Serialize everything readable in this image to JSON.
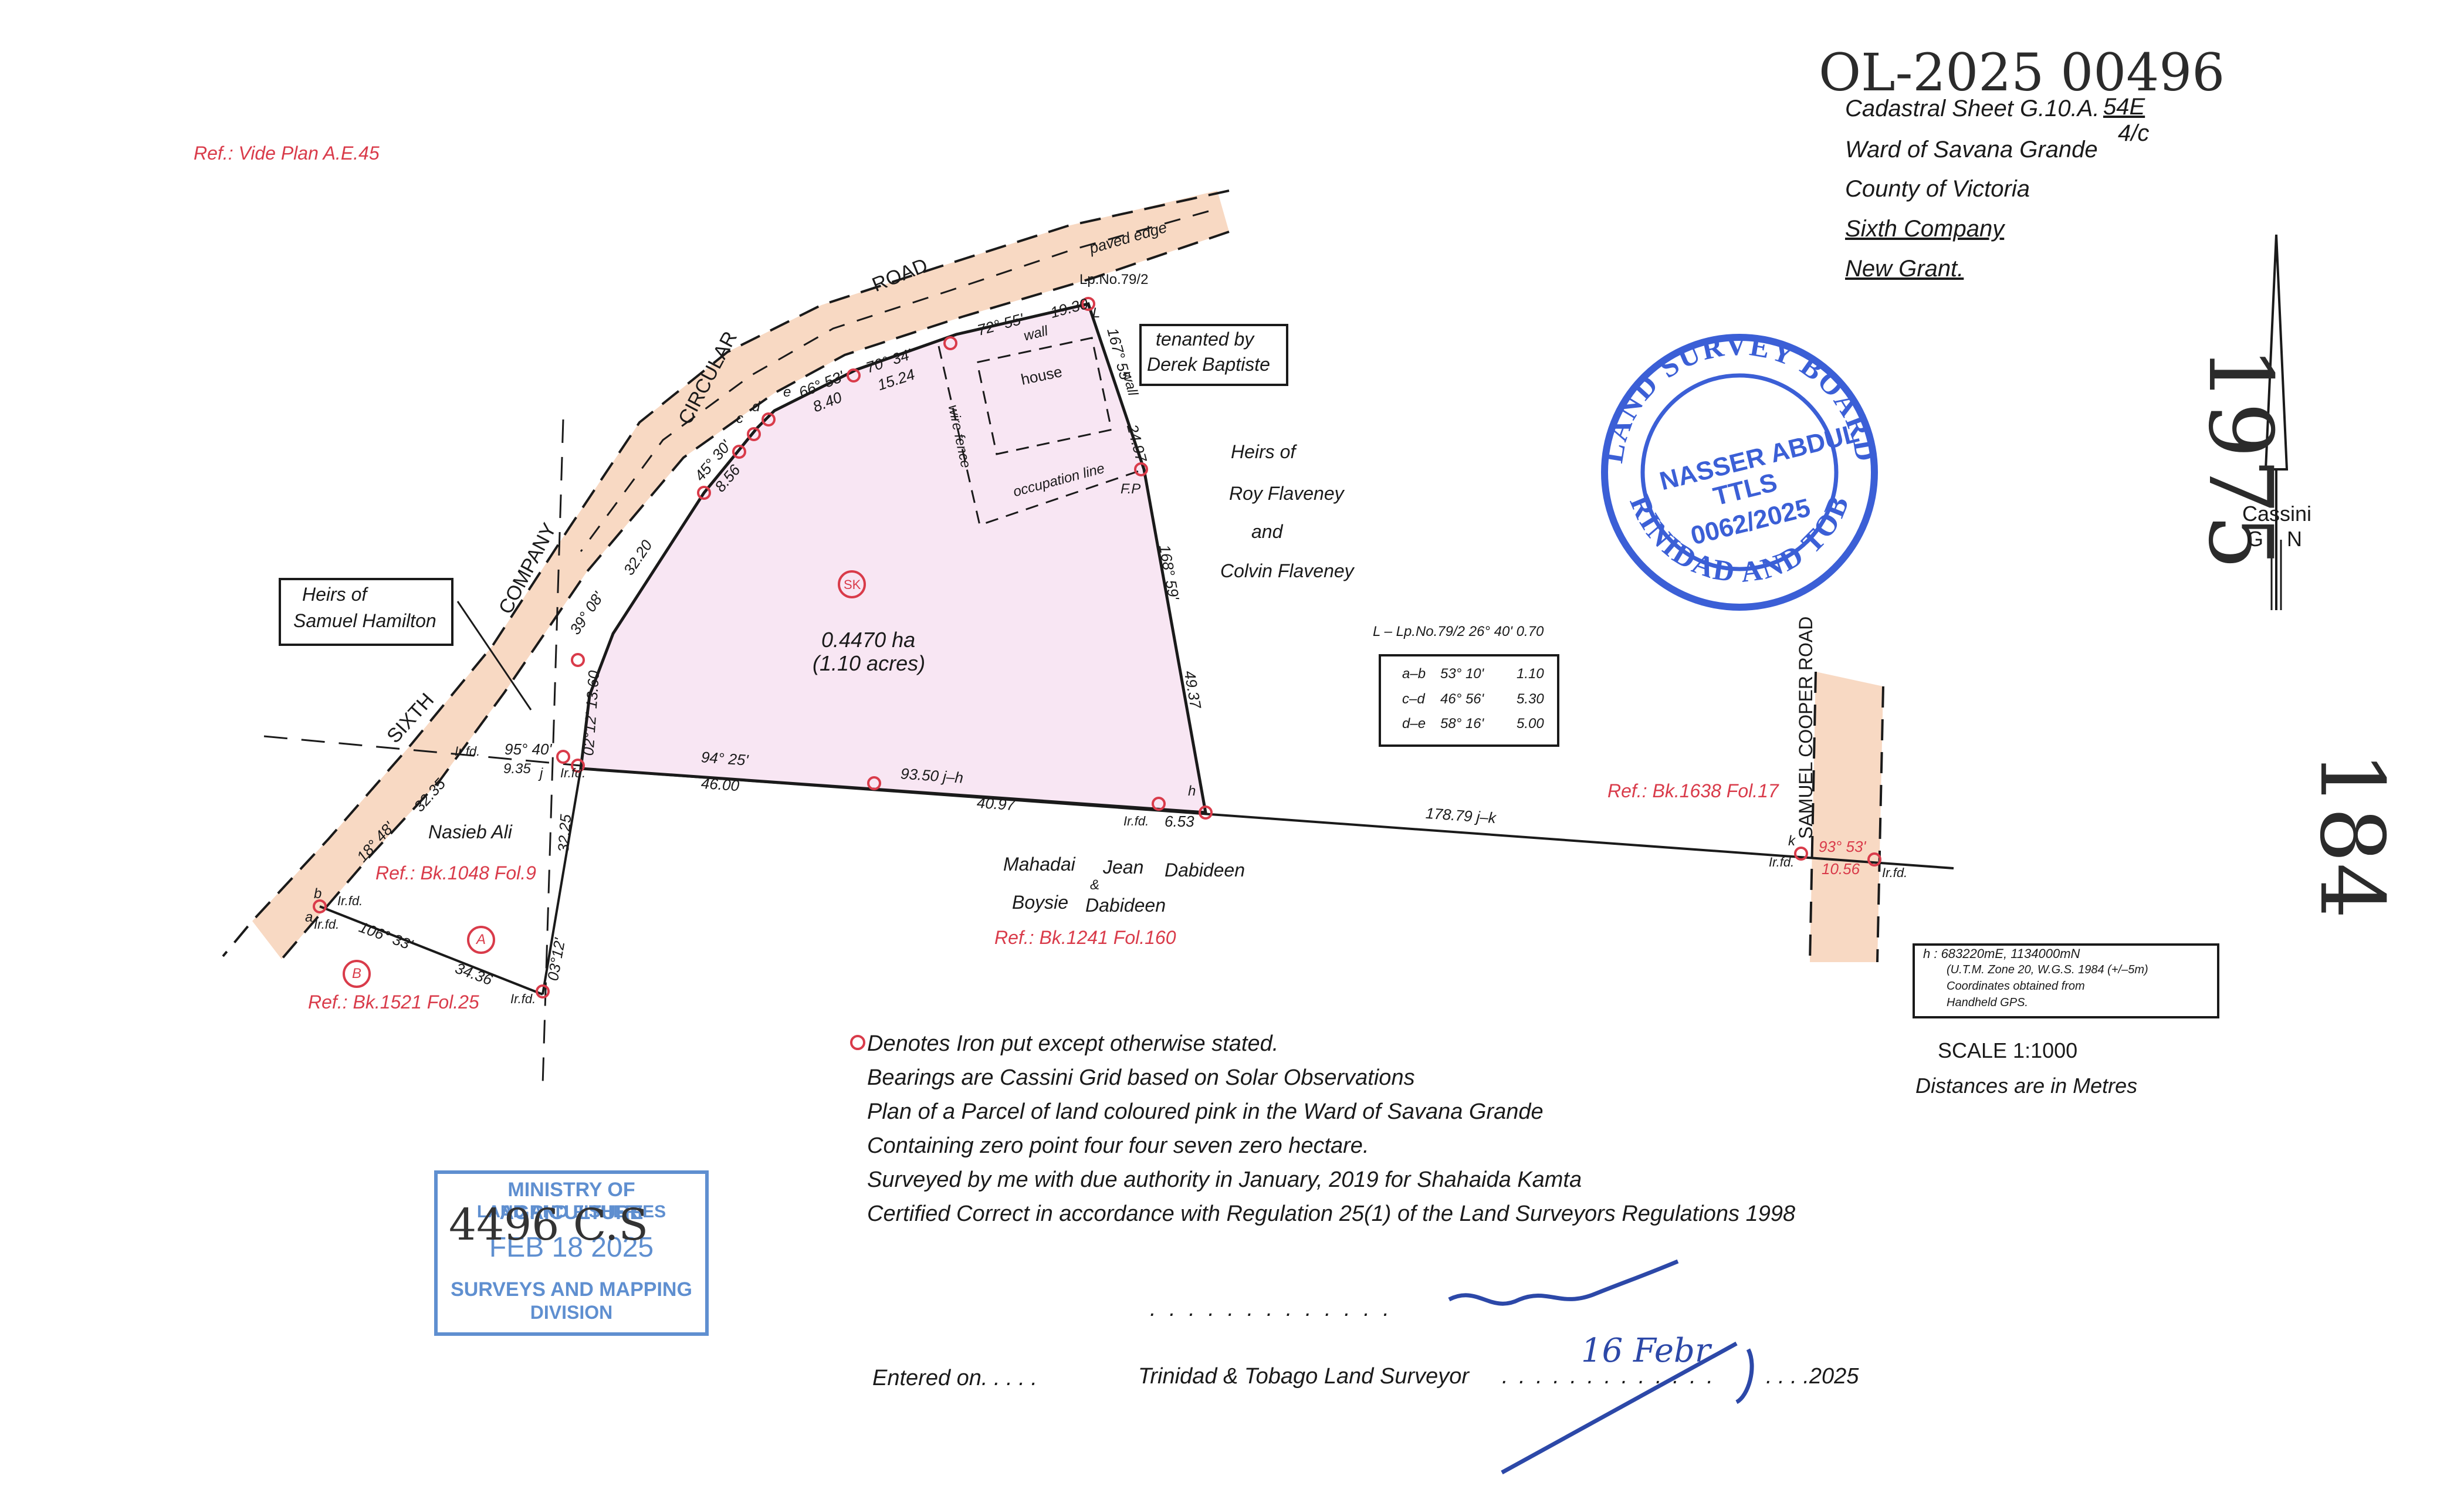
{
  "header": {
    "file_no": "OL-2025 00496",
    "sheet_label": "Cadastral Sheet G.10.A.",
    "sheet_code": "54E",
    "sheet_sub": "4/c",
    "ward": "Ward of Savana Grande",
    "county": "County of Victoria",
    "company": "Sixth Company",
    "grant": "New Grant."
  },
  "ref_top": "Ref.: Vide Plan A.E.45",
  "registry": {
    "top": "1975",
    "bottom": "184"
  },
  "north": {
    "label": "Cassini",
    "g": "G",
    "n": "N"
  },
  "seal": {
    "ring_top": "LAND SURVEY BOARD",
    "ring_bottom": "OF TRINIDAD AND TOBAGO",
    "name": "NASSER ABDUL",
    "title": "TTLS",
    "number": "0062/2025"
  },
  "roads": {
    "circular": "CIRCULAR",
    "road": "ROAD",
    "company": "COMPANY",
    "sixth": "SIXTH",
    "paved": "paved edge",
    "samuel": "SAMUEL COOPER ROAD"
  },
  "parcel": {
    "area_ha": "0.4470 ha",
    "area_ac": "(1.10 acres)",
    "sk": "SK",
    "house": "house",
    "wall": "wall",
    "wire_fence": "wire fence",
    "occupation": "occupation line",
    "fp": "F.P"
  },
  "neighbours": {
    "tenanted": [
      "tenanted by",
      "Derek Baptiste"
    ],
    "roy": [
      "Heirs of",
      "Roy Flaveney",
      "and",
      "Colvin Flaveney"
    ],
    "hamilton": [
      "Heirs of",
      "Samuel Hamilton"
    ],
    "nasieb": "Nasieb Ali",
    "mahadai": [
      "Mahadai",
      "Jean",
      "Dabideen",
      "&",
      "Boysie",
      "Dabideen"
    ]
  },
  "refs": {
    "bk1048": "Ref.: Bk.1048 Fol.9",
    "bk1521": "Ref.: Bk.1521 Fol.25",
    "bk1241": "Ref.: Bk.1241 Fol.160",
    "bk1638": "Ref.: Bk.1638 Fol.17"
  },
  "measurements": {
    "lp": "Lp.No.79/2",
    "b_72": "72° 55'",
    "d_19": "19.30",
    "b_70": "70° 34'",
    "d_15": "15.24",
    "b_66": "66° 53'",
    "d_840": "8.40",
    "b_45": "45° 30'",
    "d_856": "8.56",
    "b_39": "39° 08'",
    "d_32_20": "32.20",
    "b_167": "167° 55'",
    "d_24": "24.97",
    "b_168": "168° 59'",
    "d_49": "49.37",
    "b_94": "94° 25'",
    "d_46": "46.00",
    "d_93": "93.50 j–h",
    "d_40": "40.97",
    "d_653": "6.53",
    "d_178": "178.79 j–k",
    "b_02": "02°12' 13.60",
    "b_95": "95° 40'",
    "d_935": "9.35",
    "d_32_25": "32.25",
    "b_0312": "03°12'",
    "b_18": "18° 48'",
    "d_32_35": "32.35",
    "b_106": "106° 33'",
    "d_34": "34.36",
    "b_93": "93° 53'",
    "d_1056": "10.56",
    "irfd": "Ir.fd.",
    "pts": {
      "a": "a",
      "b": "b",
      "c": "c",
      "d": "d",
      "e": "e",
      "h": "h",
      "j": "j",
      "k": "k",
      "L": "L"
    },
    "mark_A": "A",
    "mark_B": "B"
  },
  "lp_line": "L – Lp.No.79/2  26° 40'   0.70",
  "curve_table": [
    {
      "seg": "a–b",
      "bearing": "53° 10'",
      "dist": "1.10"
    },
    {
      "seg": "c–d",
      "bearing": "46° 56'",
      "dist": "5.30"
    },
    {
      "seg": "d–e",
      "bearing": "58° 16'",
      "dist": "5.00"
    }
  ],
  "coords": [
    "h :  683220mE,  1134000mN",
    "(U.T.M. Zone 20, W.G.S. 1984 (+/–5m)",
    "Coordinates obtained from",
    "Handheld GPS."
  ],
  "scale": "SCALE 1:1000",
  "units": "Distances are in Metres",
  "notes": [
    "Denotes Iron put except otherwise stated.",
    "Bearings are Cassini Grid based on Solar Observations",
    "Plan of a Parcel of land coloured pink in the Ward of Savana Grande",
    "Containing zero point four four seven zero hectare.",
    "Surveyed by me with due authority in January, 2019 for Shahaida Kamta",
    "Certified Correct in accordance with Regulation 25(1) of the Land Surveyors Regulations 1998"
  ],
  "ministry_stamp": {
    "line1": "MINISTRY OF AGRICULTURE",
    "line2": "LAND AND FISHERIES",
    "date": "FEB 18 2025",
    "line3": "SURVEYS AND MAPPING",
    "line4": "DIVISION",
    "handwritten": "4496 C.S"
  },
  "footer": {
    "entered": "Entered on. . . . .",
    "surveyor": "Trinidad & Tobago Land Surveyor",
    "dots": ". . . . . . . . . . . . .",
    "year": ". . . .2025",
    "sig_date": "16 Febr"
  }
}
